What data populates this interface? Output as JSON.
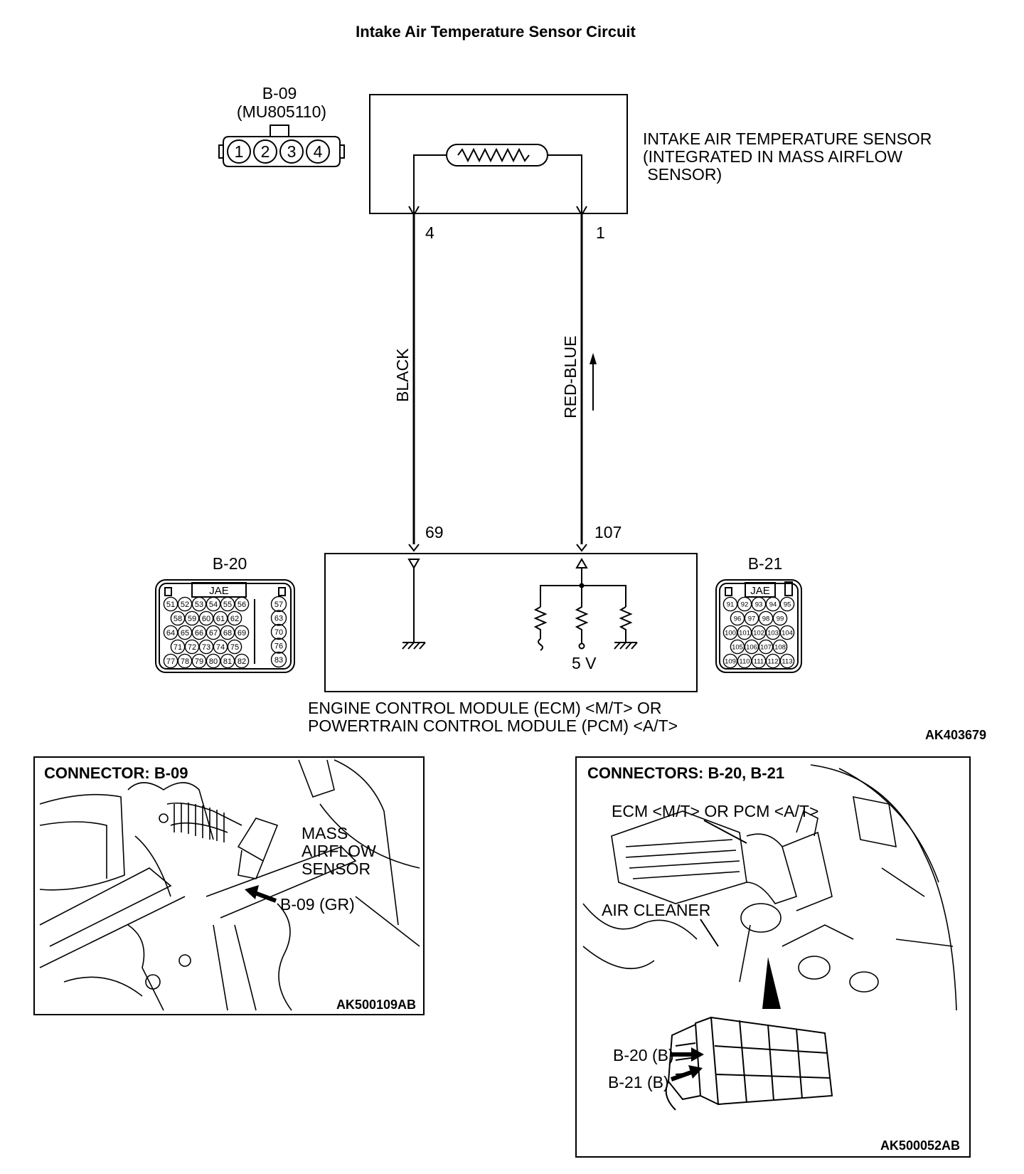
{
  "title": "Intake Air Temperature Sensor Circuit",
  "sensor_connector": {
    "id": "B-09",
    "part": "(MU805110)",
    "pins": [
      "1",
      "2",
      "3",
      "4"
    ]
  },
  "sensor": {
    "label_lines": [
      "INTAKE AIR TEMPERATURE SENSOR",
      "(INTEGRATED IN MASS AIRFLOW",
      " SENSOR)"
    ]
  },
  "wires": {
    "left": {
      "sensor_pin": "4",
      "ecm_pin": "69",
      "color": "BLACK"
    },
    "right": {
      "sensor_pin": "1",
      "ecm_pin": "107",
      "color": "RED-BLUE"
    }
  },
  "ecm_connector_b20": {
    "id": "B-20",
    "brand": "JAE",
    "rows": [
      [
        "51",
        "52",
        "53",
        "54",
        "55",
        "56"
      ],
      [
        "58",
        "59",
        "60",
        "61",
        "62"
      ],
      [
        "64",
        "65",
        "66",
        "67",
        "68",
        "69"
      ],
      [
        "71",
        "72",
        "73",
        "74",
        "75"
      ],
      [
        "77",
        "78",
        "79",
        "80",
        "81",
        "82"
      ]
    ],
    "side": [
      "57",
      "63",
      "70",
      "76",
      "83"
    ]
  },
  "ecm_connector_b21": {
    "id": "B-21",
    "brand": "JAE",
    "rows": [
      [
        "91",
        "92",
        "93",
        "94",
        "95"
      ],
      [
        "96",
        "97",
        "98",
        "99"
      ],
      [
        "100",
        "101",
        "102",
        "103",
        "104"
      ],
      [
        "105",
        "106",
        "107",
        "108"
      ],
      [
        "109",
        "110",
        "111",
        "112",
        "113"
      ]
    ]
  },
  "ecm": {
    "voltage": "5 V",
    "label_lines": [
      "ENGINE CONTROL MODULE (ECM) <M/T> OR",
      "POWERTRAIN CONTROL MODULE (PCM) <A/T>"
    ]
  },
  "figure_code": "AK403679",
  "panel_left": {
    "title": "CONNECTOR: B-09",
    "label_lines": [
      "MASS",
      "AIRFLOW",
      "SENSOR"
    ],
    "arrow_label": "B-09 (GR)",
    "code": "AK500109AB"
  },
  "panel_right": {
    "title": "CONNECTORS: B-20, B-21",
    "ecm_label": "ECM <M/T> OR PCM <A/T>",
    "air_cleaner": "AIR CLEANER",
    "b20_label": "B-20 (B)",
    "b21_label": "B-21 (B)",
    "code": "AK500052AB"
  }
}
